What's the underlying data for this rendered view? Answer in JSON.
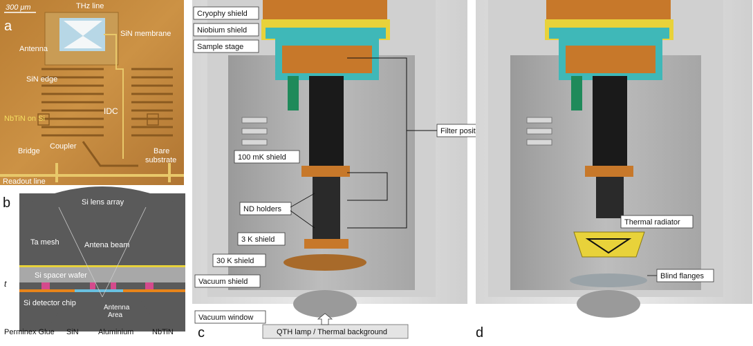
{
  "panel_a": {
    "letter": "a",
    "scale": "300 μm",
    "labels": {
      "thz_line": "THz line",
      "sin_membrane": "SiN membrane",
      "antenna": "Antenna",
      "sin_edge": "SiN edge",
      "idc": "IDC",
      "nbtin_on_si": "NbTiN on Si",
      "coupler": "Coupler",
      "bridge": "Bridge",
      "bare_substrate": "Bare\nsubstrate",
      "readout_line": "Readout line"
    }
  },
  "panel_b": {
    "letter": "b",
    "labels": {
      "si_lens_array": "Si lens array",
      "ta_mesh": "Ta mesh",
      "antena_beam": "Antena beam",
      "si_spacer_wafer": "Si spacer wafer",
      "t": "t",
      "si_detector_chip": "Si detector chip",
      "antenna_area": "Antenna\nArea",
      "perminex_glue": "Perminex Glue",
      "sin": "SiN",
      "aluminium": "Aluminium",
      "nbtin": "NbTiN"
    }
  },
  "panel_c": {
    "letter": "c",
    "labels": {
      "cryophy_shield": "Cryophy shield",
      "niobium_shield": "Niobium shield",
      "sample_stage": "Sample stage",
      "filter_positions": "Filter positions",
      "mk100_shield": "100 mK shield",
      "nd_holders": "ND holders",
      "k3_shield": "3 K shield",
      "k30_shield": "30 K shield",
      "vacuum_shield": "Vacuum shield",
      "vacuum_window": "Vacuum window",
      "qth_lamp": "QTH lamp / Thermal background"
    }
  },
  "panel_d": {
    "letter": "d",
    "labels": {
      "thermal_radiator": "Thermal radiator",
      "blind_flanges": "Blind flanges"
    }
  },
  "colors": {
    "chip_gold": "#c48a3c",
    "nbtin_line": "#e8c86a",
    "membrane": "#b7d7e6",
    "lens_gray": "#5a5a5a",
    "wafer_gray": "#a8a8a8",
    "glue_pink": "#d44a8c",
    "copper": "#c7782a",
    "niobium_teal": "#3fb8b8",
    "cryophy_yellow": "#e8d23a",
    "shield_gray": "#c8c8c8",
    "ln_green": "#1f8a5a"
  }
}
